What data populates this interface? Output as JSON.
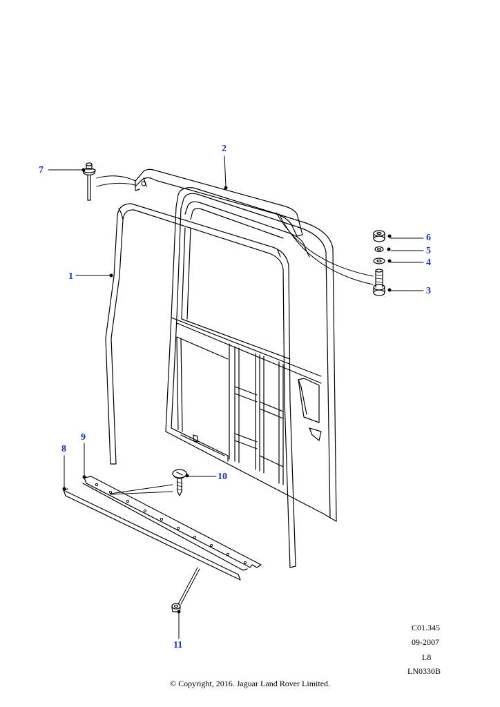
{
  "callouts": {
    "c1": "1",
    "c2": "2",
    "c3": "3",
    "c4": "4",
    "c5": "5",
    "c6": "6",
    "c7": "7",
    "c8": "8",
    "c9": "9",
    "c10": "10",
    "c11": "11"
  },
  "meta": {
    "ref": "C01.345",
    "date": "09-2007",
    "code": "L8",
    "illustration": "LN0330B"
  },
  "copyright": "© Copyright, 2016. Jaguar Land Rover Limited.",
  "colors": {
    "callout": "#1a2fc4",
    "line": "#000000"
  }
}
